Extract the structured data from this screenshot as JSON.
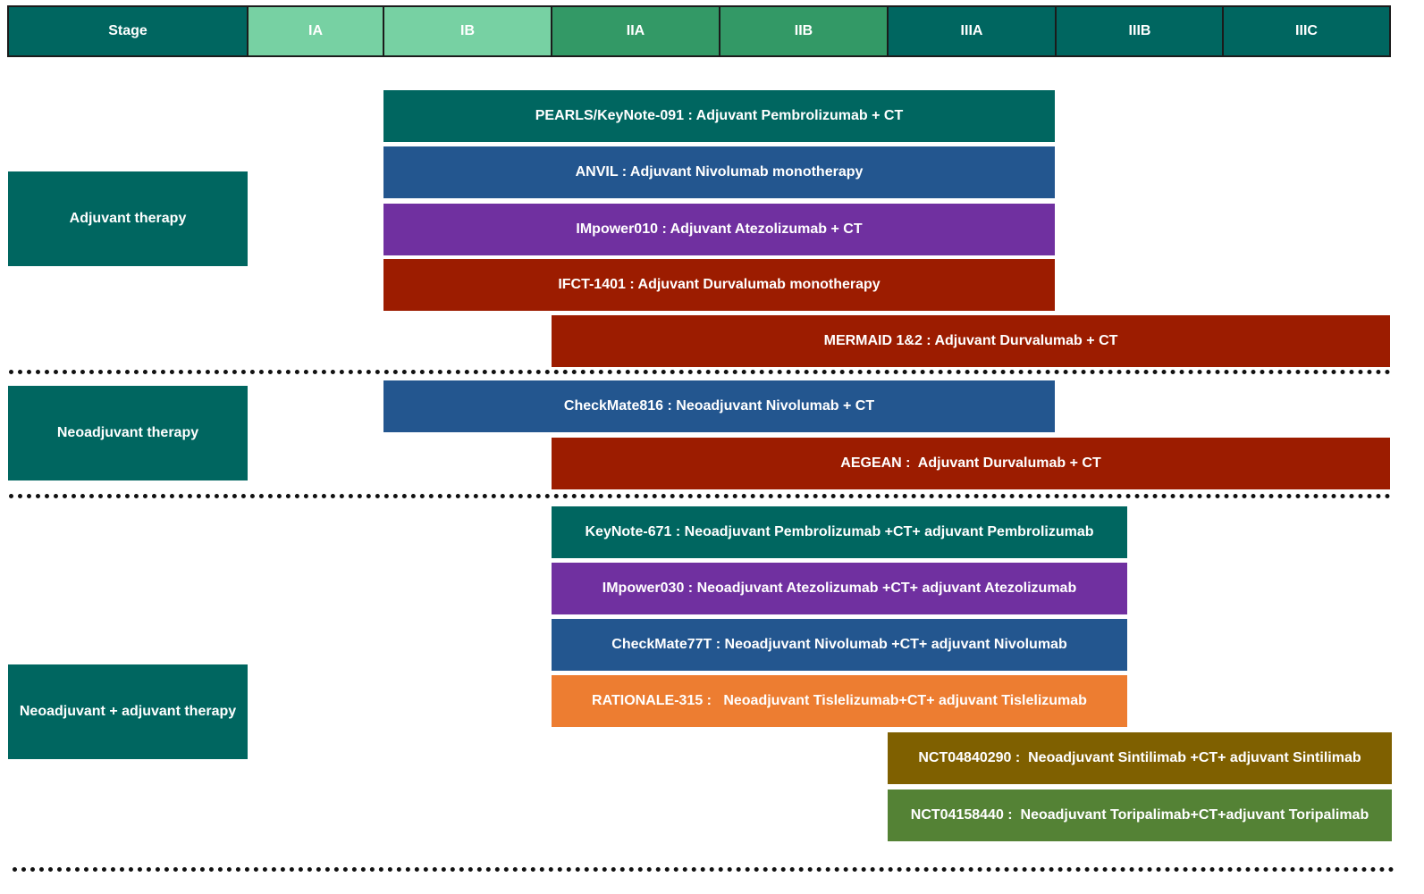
{
  "header": {
    "stage": "Stage",
    "ia": "IA",
    "ib": "IB",
    "iia": "IIA",
    "iib": "IIB",
    "iiia": "IIIA",
    "iiib": "IIIB",
    "iiic": "IIIC"
  },
  "categories": {
    "adjuvant": "Adjuvant therapy",
    "neoadjuvant": "Neoadjuvant therapy",
    "combined": "Neoadjuvant + adjuvant therapy"
  },
  "trials": {
    "pearls": "PEARLS/KeyNote-091 : Adjuvant Pembrolizumab + CT",
    "anvil": "ANVIL : Adjuvant Nivolumab monotherapy",
    "impower010": "IMpower010 : Adjuvant Atezolizumab + CT",
    "ifct1401": "IFCT-1401 : Adjuvant Durvalumab monotherapy",
    "mermaid": "MERMAID 1&2 : Adjuvant Durvalumab + CT",
    "checkmate816": "CheckMate816 : Neoadjuvant Nivolumab + CT",
    "aegean": "AEGEAN :  Adjuvant Durvalumab + CT",
    "keynote671": "KeyNote-671 : Neoadjuvant Pembrolizumab +CT+ adjuvant Pembrolizumab",
    "impower030": "IMpower030 : Neoadjuvant Atezolizumab +CT+ adjuvant Atezolizumab",
    "checkmate77t": "CheckMate77T : Neoadjuvant Nivolumab +CT+ adjuvant Nivolumab",
    "rationale315": "RATIONALE-315 :   Neoadjuvant Tislelizumab+CT+ adjuvant Tislelizumab",
    "nct04840290": "NCT04840290 :  Neoadjuvant Sintilimab +CT+ adjuvant Sintilimab",
    "nct04158440": "NCT04158440 :  Neoadjuvant Toripalimab+CT+adjuvant Toripalimab"
  },
  "colors": {
    "teal_dark": "#006660",
    "green_light": "#77d1a3",
    "green_mid": "#339966",
    "blue": "#23568f",
    "purple": "#7030a0",
    "red": "#9c1c00",
    "orange": "#ed7d31",
    "olive": "#7f6000",
    "green_olive": "#548235"
  }
}
